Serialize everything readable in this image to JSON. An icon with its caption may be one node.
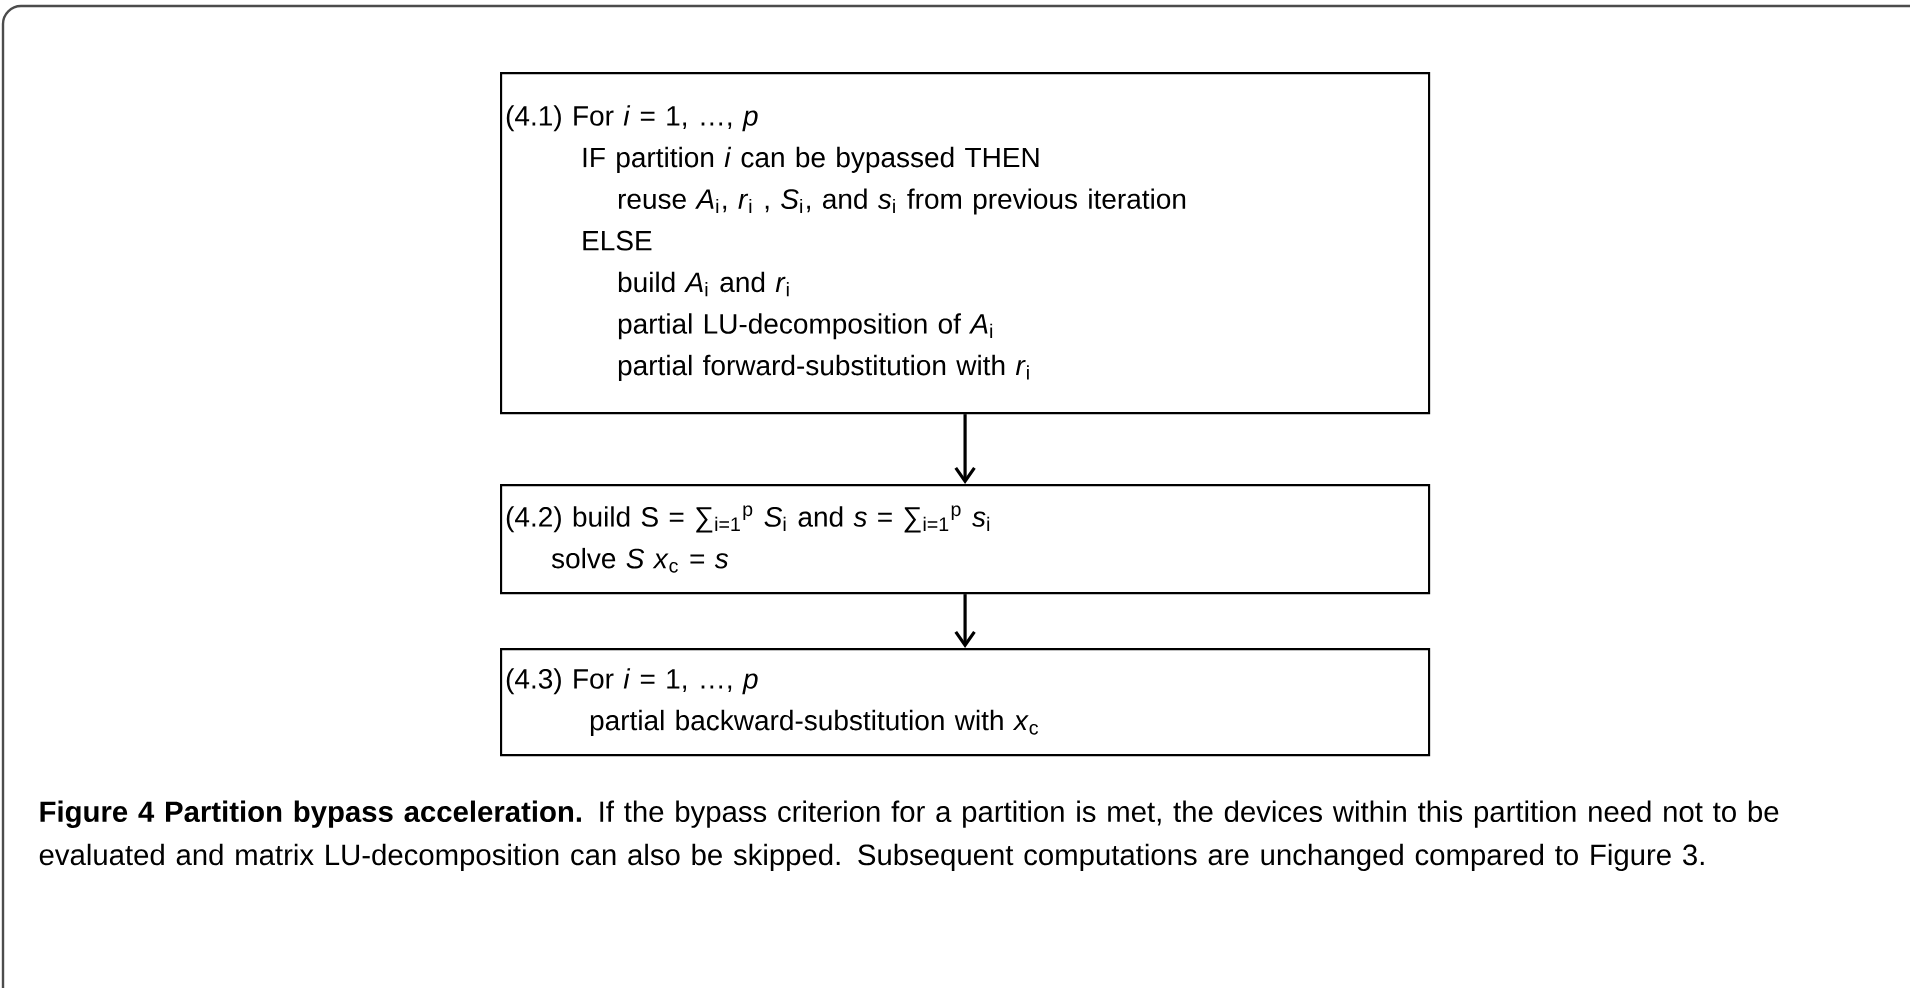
{
  "diagram": {
    "caption": "**Figure 4  Partition bypass acceleration.** If the bypass criterion for a partition is met, the devices within this partition need not to be evaluated and matrix LU-decomposition can also be skipped. Subsequent computations are unchanged compared to Figure 3.",
    "nodes": [
      {
        "text": [
          "(4.1) For *i* = 1, …, *p*",
          "IF partition *i* can be bypassed THEN",
          "reuse *A*$_{i}$, *r*$_{i}$ , *S*$_{i}$, and *s*$_{i}$ from previous iteration",
          "ELSE",
          "build *A*$_{i}$ and *r*$_{i}$",
          "partial LU-decomposition of *A*$_{i}$",
          "partial forward-substitution with *r*$_{i}$"
        ]
      },
      {
        "text": [
          "(4.2) build S = ∑$_{i=1}$$^{p}$ *S*$_{i}$ and *s* = ∑$_{i=1}$$^{p}$ *s*$_{i}$",
          "solve *S* *x*$_{c}$ = *s*"
        ]
      },
      {
        "text": [
          "(4.3) For *i* = 1, …, *p*",
          "partial backward-substitution with *x*$_{c}$"
        ]
      }
    ],
    "edges": [
      {
        "from": 0,
        "to": 1,
        "arrow": "to"
      },
      {
        "from": 1,
        "to": 2,
        "arrow": "to"
      }
    ]
  }
}
